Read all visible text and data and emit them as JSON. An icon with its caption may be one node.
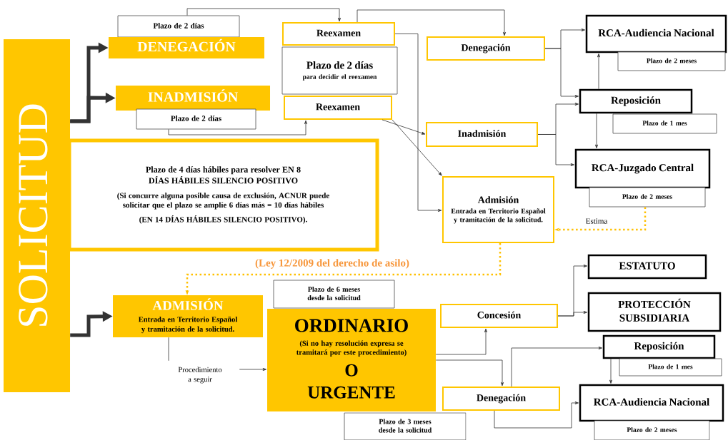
{
  "diagram": {
    "nodes": [
      {
        "text": [
          "SOLICITUD"
        ]
      },
      {
        "text": [
          "Plazo de 2 días"
        ]
      },
      {
        "text": [
          "DENEGACIÓN"
        ]
      },
      {
        "text": [
          "INADMISIÓN"
        ]
      },
      {
        "text": [
          "Plazo de 2 días"
        ]
      },
      {
        "text": [
          "Reexamen"
        ]
      },
      {
        "text": [
          "Plazo de 2 días",
          "para decidir el reexamen"
        ]
      },
      {
        "text": [
          "Reexamen"
        ]
      },
      {
        "text": [
          "Denegación"
        ]
      },
      {
        "text": [
          "Inadmisión"
        ]
      },
      {
        "text": [
          "Admisión",
          "Entrada en Territorio Español y tramitación de la solicitud."
        ]
      },
      {
        "text": [
          "RCA-Audiencia Nacional"
        ]
      },
      {
        "text": [
          "Plazo de 2 meses"
        ]
      },
      {
        "text": [
          "Reposición"
        ]
      },
      {
        "text": [
          "Plazo de 1 mes"
        ]
      },
      {
        "text": [
          "RCA-Juzgado Central"
        ]
      },
      {
        "text": [
          "Plazo de 2 meses"
        ]
      },
      {
        "text": [
          "Plazo de 4 días hábiles para resolver EN 8 DÍAS HÁBILES SILENCIO POSITIVO",
          "(Si concurre alguna posible causa de exclusión, ACNUR puede solicitar que el plazo se amplíe 6 días más = 10 días hábiles",
          "(EN 14 DÍAS HÁBILES SILENCIO POSITIVO)."
        ]
      },
      {
        "text": [
          "ADMISIÓN",
          "Entrada en Territorio Español y tramitación de la solicitud."
        ]
      },
      {
        "text": [
          "Plazo de 6 meses desde la solicitud"
        ]
      },
      {
        "text": [
          "ORDINARIO",
          "(Si no hay resolución expresa se tramitará por este procedimiento)",
          "O",
          "URGENTE"
        ]
      },
      {
        "text": [
          "Plazo de 3 meses desde la solicitud"
        ]
      },
      {
        "text": [
          "Concesión"
        ]
      },
      {
        "text": [
          "Denegación"
        ]
      },
      {
        "text": [
          "ESTATUTO"
        ]
      },
      {
        "text": [
          "PROTECCIÓN SUBSIDIARIA"
        ]
      },
      {
        "text": [
          "Reposición"
        ]
      },
      {
        "text": [
          "Plazo de 1 mes"
        ]
      },
      {
        "text": [
          "RCA-Audiencia Nacional"
        ]
      },
      {
        "text": [
          "Plazo de 2 meses"
        ]
      },
      {
        "text": [
          "Procedimiento a seguir"
        ]
      }
    ],
    "edges": [
      {
        "from": 0,
        "to": 2,
        "arrow": "to",
        "style": "thick"
      },
      {
        "from": 0,
        "to": 3,
        "arrow": "to",
        "style": "thick"
      },
      {
        "from": 0,
        "to": 18,
        "arrow": "to",
        "style": "thick"
      },
      {
        "from": 1,
        "to": 5,
        "arrow": "to"
      },
      {
        "from": 4,
        "to": 7,
        "arrow": "to"
      },
      {
        "from": 5,
        "to": 8,
        "arrow": "to"
      },
      {
        "from": 5,
        "to": 10,
        "arrow": "to"
      },
      {
        "from": 7,
        "to": 9,
        "arrow": "to"
      },
      {
        "from": 7,
        "to": 10,
        "arrow": "to"
      },
      {
        "from": 8,
        "to": 11,
        "arrow": "to"
      },
      {
        "from": 8,
        "to": 13,
        "arrow": "to"
      },
      {
        "from": 9,
        "to": 13,
        "arrow": "to"
      },
      {
        "from": 9,
        "to": 15,
        "arrow": "to"
      },
      {
        "from": 13,
        "to": 11,
        "arrow": "to"
      },
      {
        "from": 13,
        "to": 15,
        "arrow": "to"
      },
      {
        "from": 16,
        "to": 10,
        "arrow": "to",
        "label": "Estima",
        "style": "dashed",
        "color": "#ffc000"
      },
      {
        "from": 10,
        "to": 18,
        "arrow": "to",
        "label": "(Ley 12/2009 del derecho de asilo)",
        "style": "dashed",
        "color": "#ffc000"
      },
      {
        "from": 18,
        "to": 30,
        "arrow": "none"
      },
      {
        "from": 30,
        "to": 20,
        "arrow": "to"
      },
      {
        "from": 20,
        "to": 22,
        "arrow": "to"
      },
      {
        "from": 20,
        "to": 23,
        "arrow": "to"
      },
      {
        "from": 22,
        "to": 24,
        "arrow": "to"
      },
      {
        "from": 22,
        "to": 25,
        "arrow": "to"
      },
      {
        "from": 23,
        "to": 26,
        "arrow": "to"
      },
      {
        "from": 23,
        "to": 28,
        "arrow": "to"
      },
      {
        "from": 26,
        "to": 28,
        "arrow": "to"
      }
    ]
  }
}
